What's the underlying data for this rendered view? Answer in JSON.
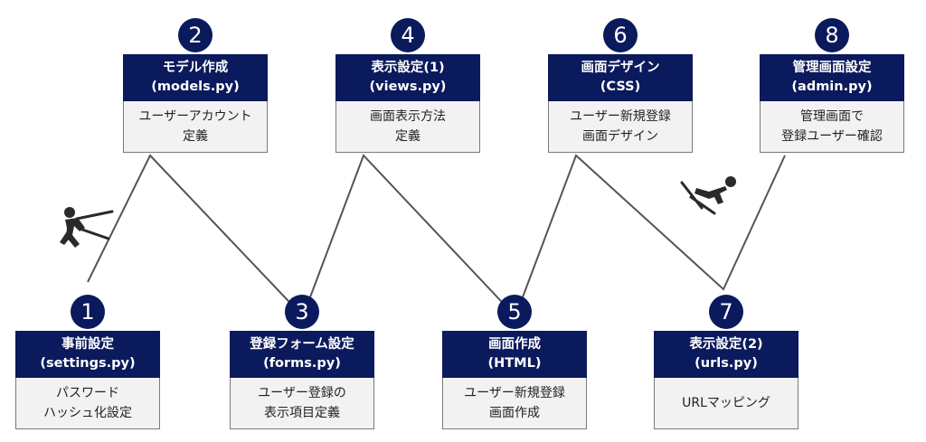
{
  "steps": [
    {
      "number": "1",
      "title": "事前設定",
      "subtitle": "(settings.py)",
      "desc1": "パスワード",
      "desc2": "ハッシュ化設定"
    },
    {
      "number": "2",
      "title": "モデル作成",
      "subtitle": "(models.py)",
      "desc1": "ユーザーアカウント",
      "desc2": "定義"
    },
    {
      "number": "3",
      "title": "登録フォーム設定",
      "subtitle": "(forms.py)",
      "desc1": "ユーザー登録の",
      "desc2": "表示項目定義"
    },
    {
      "number": "4",
      "title": "表示設定(1)",
      "subtitle": "(views.py)",
      "desc1": "画面表示方法",
      "desc2": "定義"
    },
    {
      "number": "5",
      "title": "画面作成",
      "subtitle": "(HTML)",
      "desc1": "ユーザー新規登録",
      "desc2": "画面作成"
    },
    {
      "number": "6",
      "title": "画面デザイン",
      "subtitle": "(CSS)",
      "desc1": "ユーザー新規登録",
      "desc2": "画面デザイン"
    },
    {
      "number": "7",
      "title": "表示設定(2)",
      "subtitle": "(urls.py)",
      "desc1": "URLマッピング",
      "desc2": ""
    },
    {
      "number": "8",
      "title": "管理画面設定",
      "subtitle": "(admin.py)",
      "desc1": "管理画面で",
      "desc2": "登録ユーザー確認"
    }
  ],
  "colors": {
    "header": "#0b1a5c",
    "body": "#f2f2f2",
    "line": "#555555"
  },
  "icons": {
    "climber": "climber-icon",
    "skier": "skier-icon"
  }
}
